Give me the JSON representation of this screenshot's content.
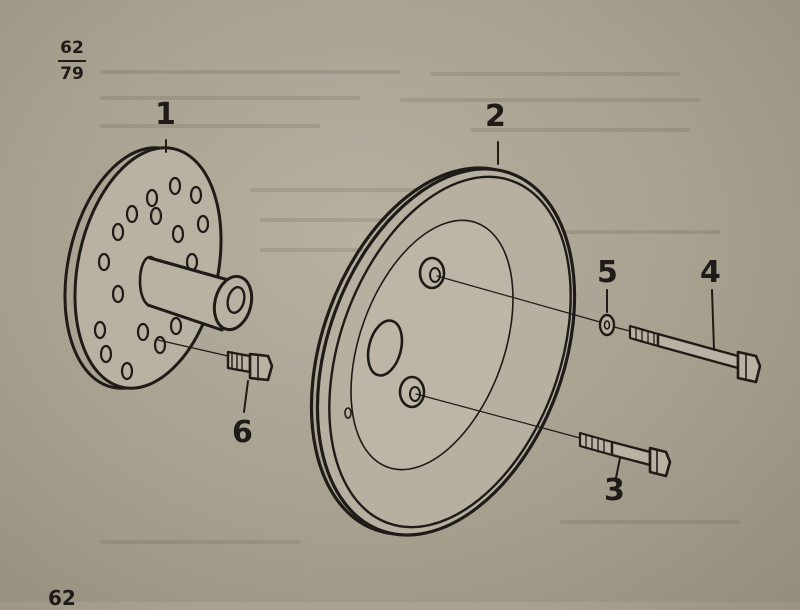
{
  "page": {
    "fraction_top": "62",
    "fraction_bottom": "79",
    "footer_number": "62"
  },
  "callouts": {
    "part_1": "1",
    "part_2": "2",
    "part_3": "3",
    "part_4": "4",
    "part_5": "5",
    "part_6": "6"
  }
}
